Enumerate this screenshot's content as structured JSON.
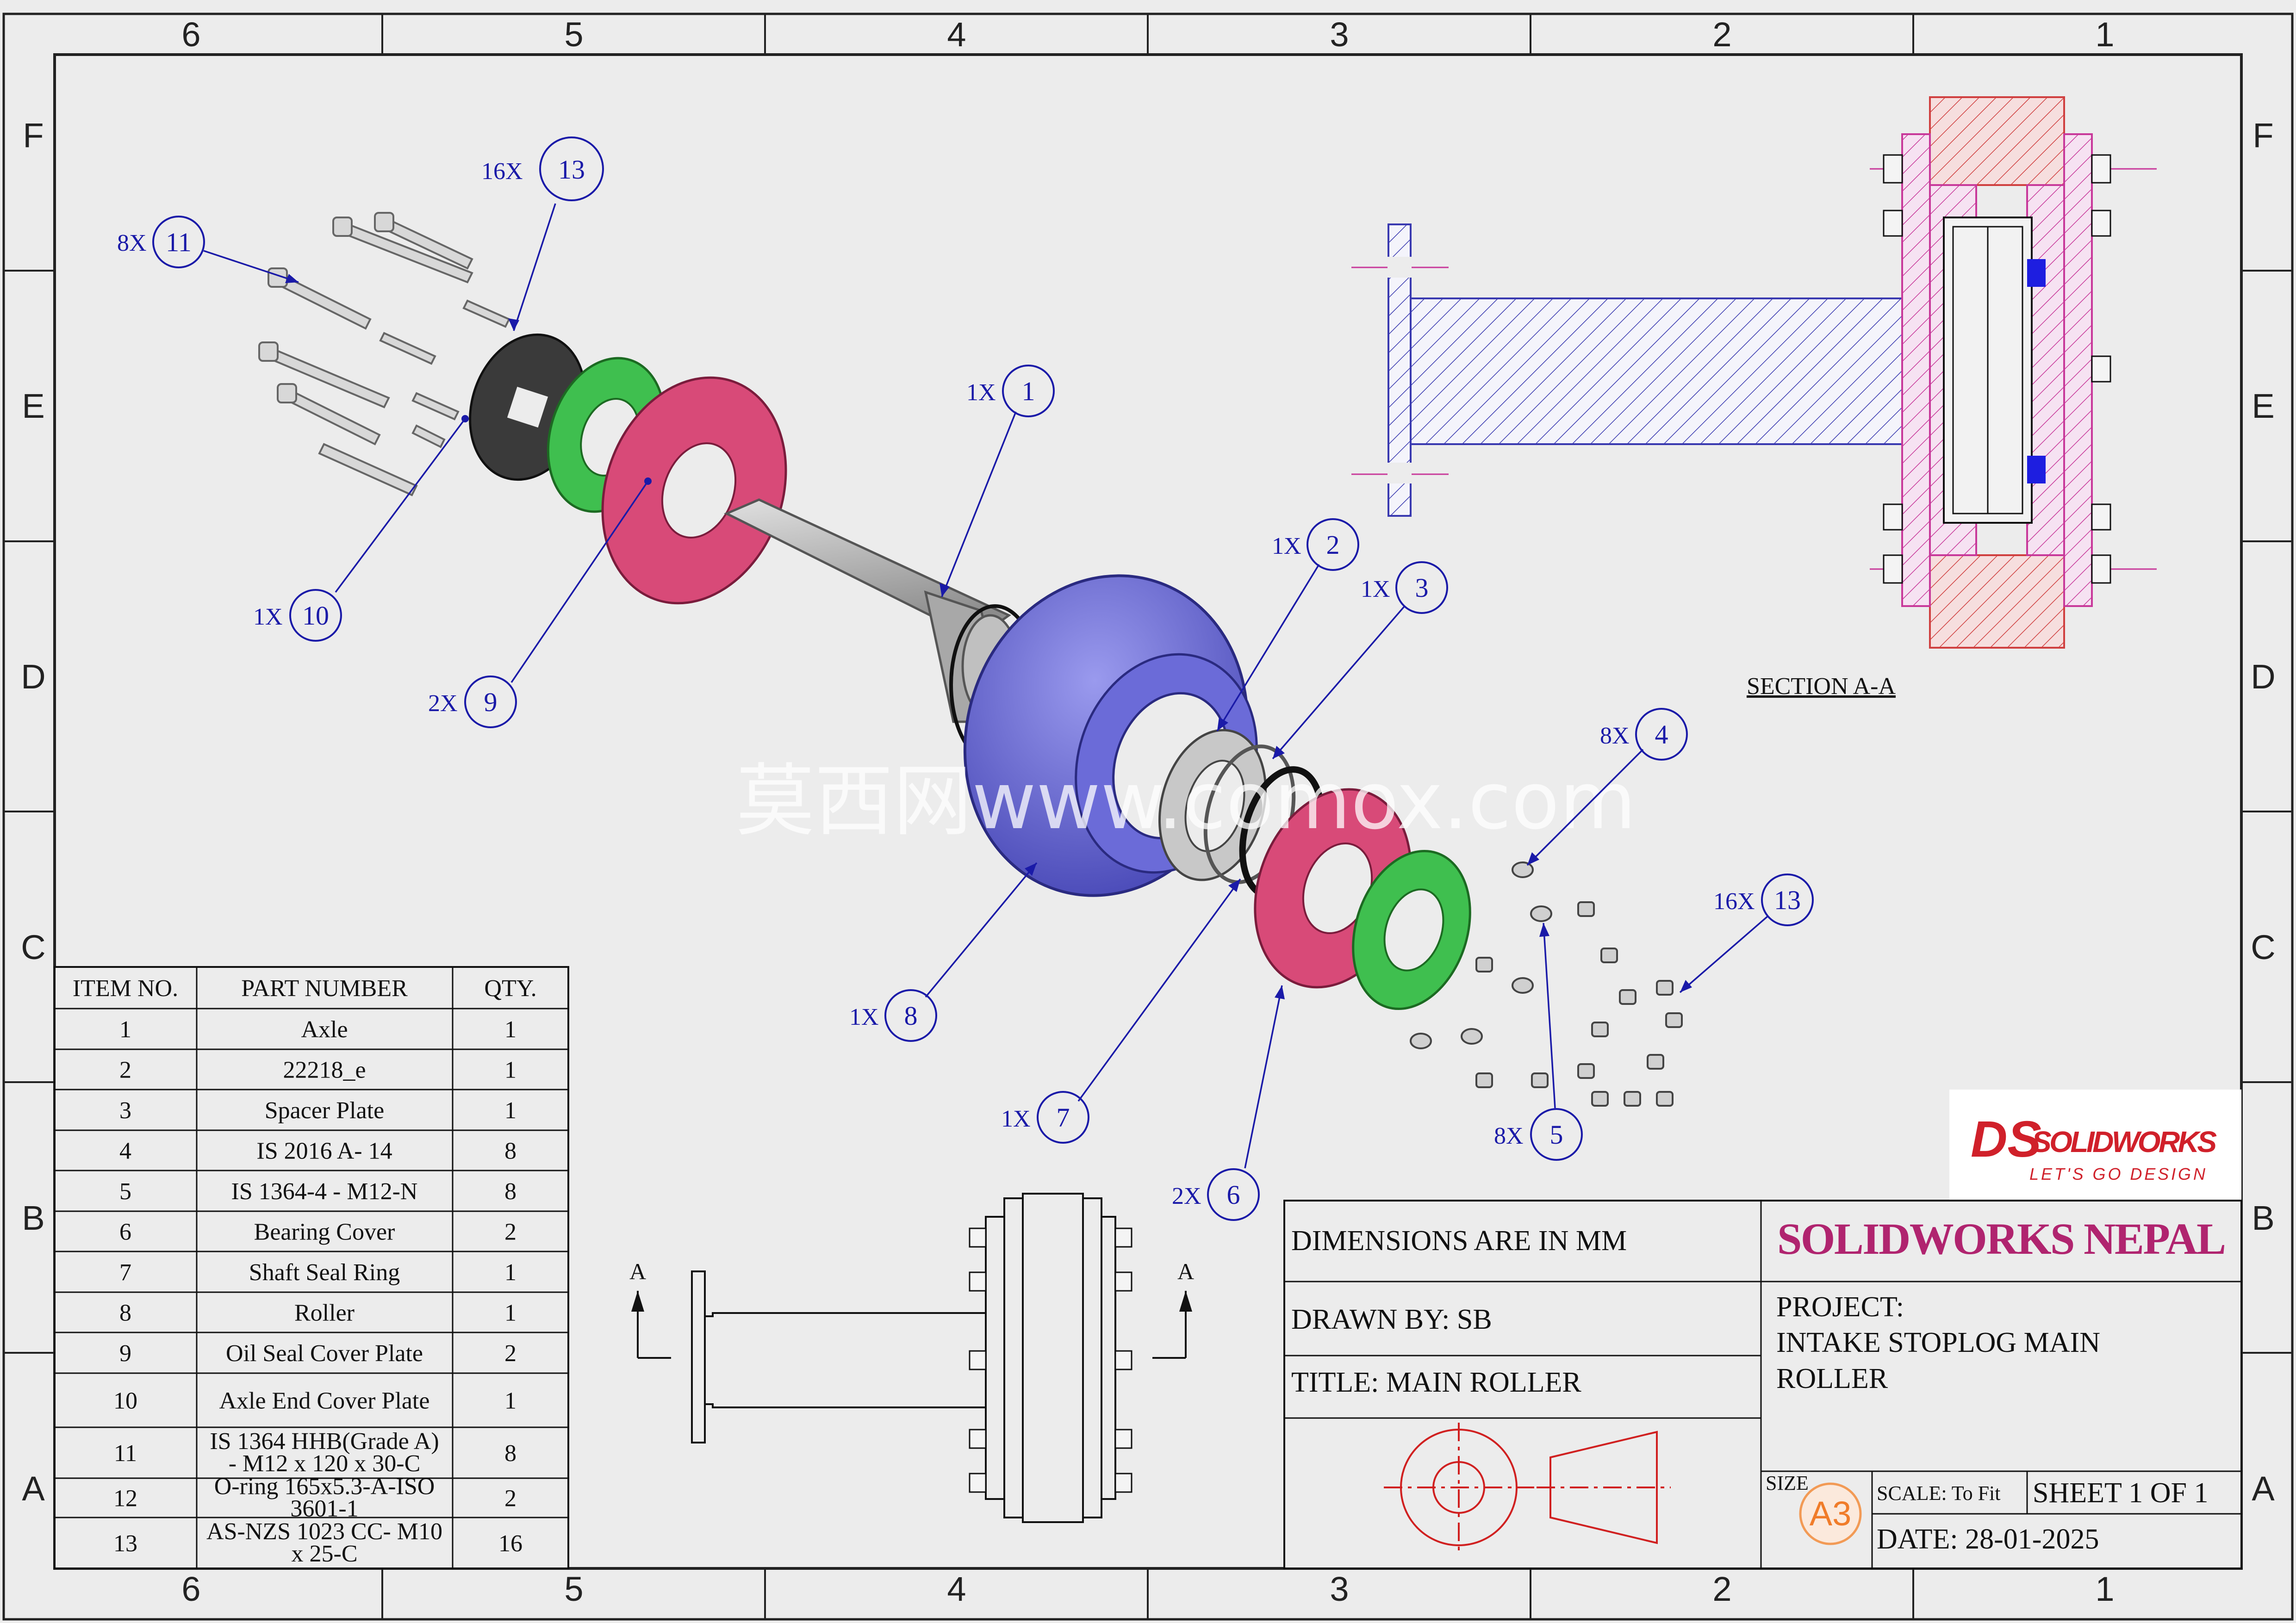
{
  "border": {
    "columns": [
      "6",
      "5",
      "4",
      "3",
      "2",
      "1"
    ],
    "rows": [
      "F",
      "E",
      "D",
      "C",
      "B",
      "A"
    ]
  },
  "section": {
    "label": "SECTION A-A"
  },
  "section_markers": {
    "left": "A",
    "right": "A"
  },
  "watermark": "莫西网www.comox.com",
  "balloons": [
    {
      "id": "13",
      "qty": "16X"
    },
    {
      "id": "11",
      "qty": "8X"
    },
    {
      "id": "10",
      "qty": "1X"
    },
    {
      "id": "9",
      "qty": "2X"
    },
    {
      "id": "1",
      "qty": "1X"
    },
    {
      "id": "2",
      "qty": "1X"
    },
    {
      "id": "3",
      "qty": "1X"
    },
    {
      "id": "8",
      "qty": "1X"
    },
    {
      "id": "7",
      "qty": "1X"
    },
    {
      "id": "6",
      "qty": "2X"
    },
    {
      "id": "5",
      "qty": "8X"
    },
    {
      "id": "4",
      "qty": "8X"
    },
    {
      "id": "13b",
      "label": "13",
      "qty": "16X"
    }
  ],
  "bom": {
    "headers": [
      "ITEM NO.",
      "PART NUMBER",
      "QTY."
    ],
    "rows": [
      {
        "item": "1",
        "part": [
          "Axle"
        ],
        "qty": "1"
      },
      {
        "item": "2",
        "part": [
          "22218_e"
        ],
        "qty": "1"
      },
      {
        "item": "3",
        "part": [
          "Spacer Plate"
        ],
        "qty": "1"
      },
      {
        "item": "4",
        "part": [
          "IS 2016 A- 14"
        ],
        "qty": "8"
      },
      {
        "item": "5",
        "part": [
          "IS 1364-4 - M12-N"
        ],
        "qty": "8"
      },
      {
        "item": "6",
        "part": [
          "Bearing Cover"
        ],
        "qty": "2"
      },
      {
        "item": "7",
        "part": [
          "Shaft Seal Ring"
        ],
        "qty": "1"
      },
      {
        "item": "8",
        "part": [
          "Roller"
        ],
        "qty": "1"
      },
      {
        "item": "9",
        "part": [
          "Oil Seal Cover Plate"
        ],
        "qty": "2"
      },
      {
        "item": "10",
        "part": [
          "Axle End Cover Plate"
        ],
        "qty": "1"
      },
      {
        "item": "11",
        "part": [
          "IS 1364 HHB(Grade A)",
          "- M12 x 120 x 30-C"
        ],
        "qty": "8"
      },
      {
        "item": "12",
        "part": [
          "O-ring 165x5.3-A-ISO",
          "3601-1"
        ],
        "qty": "2"
      },
      {
        "item": "13",
        "part": [
          "AS-NZS 1023 CC- M10",
          "x 25-C"
        ],
        "qty": "16"
      }
    ]
  },
  "title_block": {
    "dimensions_note": "DIMENSIONS ARE IN MM",
    "company": "SOLIDWORKS NEPAL",
    "drawn_by": "DRAWN BY: SB",
    "project_label": "PROJECT:",
    "project_line1": "INTAKE STOPLOG MAIN",
    "project_line2": "ROLLER",
    "title": "TITLE: MAIN ROLLER",
    "size_label": "SIZE",
    "size_value": "A3",
    "scale": "SCALE: To Fit",
    "sheet": "SHEET 1 OF 1",
    "date": "DATE: 28-01-2025"
  },
  "logo": {
    "brand_prefix": "DS",
    "brand": "SOLIDWORKS",
    "tagline": "LET'S GO DESIGN"
  },
  "colors": {
    "balloon": "#1a1aa8",
    "company": "#b0246f",
    "roller": "#6b6bd8",
    "plate_pink": "#d84a78",
    "plate_green": "#3fbf4f",
    "plate_dark": "#3a3a3a",
    "axle": "#b8b8b8",
    "section_blue": "#3a3ab0",
    "section_pink": "#c8399a",
    "section_red": "#d04040",
    "logo_red": "#d0202a"
  }
}
